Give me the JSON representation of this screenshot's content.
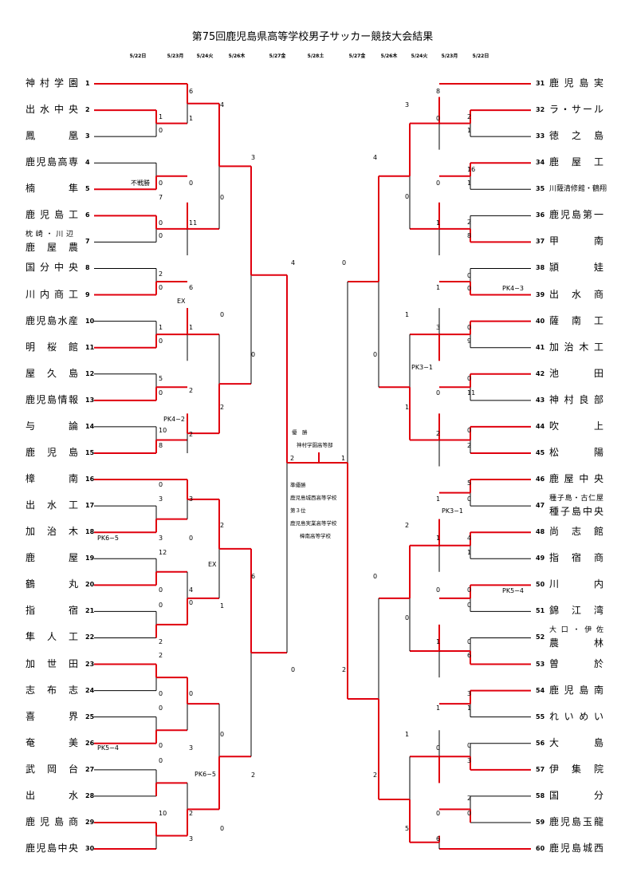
{
  "title": "第75回鹿児島県高等学校男子サッカー競技大会結果",
  "left_dates": [
    "5/22日",
    "5/23月",
    "5/24火",
    "5/26木",
    "5/27金"
  ],
  "final_date": "5/28土",
  "right_dates": [
    "5/27金",
    "5/26木",
    "5/24火",
    "5/23月",
    "5/22日"
  ],
  "colors": {
    "winner_line": "#e0000e",
    "line": "#000000"
  },
  "left_teams": [
    {
      "no": "1",
      "name": "神村学園"
    },
    {
      "no": "2",
      "name": "出水中央"
    },
    {
      "no": "3",
      "name": "鳳凰"
    },
    {
      "no": "4",
      "name": "鹿児島高専"
    },
    {
      "no": "5",
      "name": "楠隼"
    },
    {
      "no": "6",
      "name": "鹿児島工"
    },
    {
      "no": "7",
      "name": "枕崎・川辺",
      "name2": "鹿屋農"
    },
    {
      "no": "8",
      "name": "国分中央"
    },
    {
      "no": "9",
      "name": "川内商工"
    },
    {
      "no": "10",
      "name": "鹿児島水産"
    },
    {
      "no": "11",
      "name": "明桜館"
    },
    {
      "no": "12",
      "name": "屋久島"
    },
    {
      "no": "13",
      "name": "鹿児島情報"
    },
    {
      "no": "14",
      "name": "与論"
    },
    {
      "no": "15",
      "name": "鹿児島"
    },
    {
      "no": "16",
      "name": "樟南"
    },
    {
      "no": "17",
      "name": "出水工"
    },
    {
      "no": "18",
      "name": "加治木"
    },
    {
      "no": "19",
      "name": "鹿屋"
    },
    {
      "no": "20",
      "name": "鶴丸"
    },
    {
      "no": "21",
      "name": "指宿"
    },
    {
      "no": "22",
      "name": "隼人工"
    },
    {
      "no": "23",
      "name": "加世田"
    },
    {
      "no": "24",
      "name": "志布志"
    },
    {
      "no": "25",
      "name": "喜界"
    },
    {
      "no": "26",
      "name": "奄美"
    },
    {
      "no": "27",
      "name": "武岡台"
    },
    {
      "no": "28",
      "name": "出水"
    },
    {
      "no": "29",
      "name": "鹿児島商"
    },
    {
      "no": "30",
      "name": "鹿児島中央"
    }
  ],
  "right_teams": [
    {
      "no": "31",
      "name": "鹿児島実"
    },
    {
      "no": "32",
      "name": "ラ・サール"
    },
    {
      "no": "33",
      "name": "徳之島"
    },
    {
      "no": "34",
      "name": "鹿屋工"
    },
    {
      "no": "35",
      "name": "川薩清修館・鶴翔"
    },
    {
      "no": "36",
      "name": "鹿児島第一"
    },
    {
      "no": "37",
      "name": "甲南"
    },
    {
      "no": "38",
      "name": "頴娃"
    },
    {
      "no": "39",
      "name": "出水商"
    },
    {
      "no": "40",
      "name": "薩南工"
    },
    {
      "no": "41",
      "name": "加治木工"
    },
    {
      "no": "42",
      "name": "池田"
    },
    {
      "no": "43",
      "name": "神村良部"
    },
    {
      "no": "44",
      "name": "吹上"
    },
    {
      "no": "45",
      "name": "松陽"
    },
    {
      "no": "46",
      "name": "鹿屋中央"
    },
    {
      "no": "47",
      "name": "種子島・古仁屋",
      "name2": "種子島中央"
    },
    {
      "no": "48",
      "name": "尚志館"
    },
    {
      "no": "49",
      "name": "指宿商"
    },
    {
      "no": "50",
      "name": "川内"
    },
    {
      "no": "51",
      "name": "錦江湾"
    },
    {
      "no": "52",
      "name": "大口・伊佐",
      "name2": "農林"
    },
    {
      "no": "53",
      "name": "曽於"
    },
    {
      "no": "54",
      "name": "鹿児島南"
    },
    {
      "no": "55",
      "name": "れいめい"
    },
    {
      "no": "56",
      "name": "大島"
    },
    {
      "no": "57",
      "name": "伊集院"
    },
    {
      "no": "58",
      "name": "国分"
    },
    {
      "no": "59",
      "name": "鹿児島玉龍"
    },
    {
      "no": "60",
      "name": "鹿児島城西"
    }
  ],
  "results": {
    "champion_label": "優　勝",
    "champion": "神村学園高等部",
    "runner_up_label": "準優勝",
    "runner_up": "鹿児島城西高等学校",
    "third_label": "第３位",
    "third": [
      "鹿児島実業高等学校",
      "樟南高等学校"
    ]
  },
  "final_scores": {
    "left": "2",
    "right": "1"
  },
  "left_notes": {
    "default_win": "不戦勝",
    "ex1": "EX",
    "pk_13": "PK4−2",
    "pk_18": "PK6−5",
    "ex2": "EX",
    "pk_26": "PK5−4",
    "pk_r3": "PK6−5"
  },
  "right_notes": {
    "pk_39": "PK4−3",
    "pk_r3a": "PK3−1",
    "pk_r2b": "PK3−1",
    "pk_50": "PK5−4"
  },
  "left_scores": {
    "r1": [
      "1",
      "0",
      "0",
      "7",
      "0",
      "0",
      "2",
      "0",
      "1",
      "0",
      "5",
      "0",
      "10",
      "8",
      "0",
      "3",
      "3",
      "12",
      "0",
      "0",
      "2",
      "2",
      "0",
      "0",
      "0",
      "0",
      "10"
    ],
    "r2": [
      "6",
      "1",
      "0",
      "11",
      "6",
      "1",
      "2",
      "2",
      "3",
      "0",
      "4",
      "0",
      "0",
      "3",
      "2",
      "3"
    ],
    "r3": [
      "4",
      "0",
      "0",
      "2",
      "2",
      "1",
      "0",
      "0"
    ],
    "r4": [
      "3",
      "0",
      "6",
      "2"
    ],
    "r5": [
      "4",
      "0"
    ]
  },
  "right_scores": {
    "r1": [
      "2",
      "1",
      "16",
      "1",
      "2",
      "8",
      "0",
      "0",
      "0",
      "9",
      "0",
      "11",
      "0",
      "2",
      "5",
      "0",
      "4",
      "1",
      "0",
      "0",
      "0",
      "6",
      "3",
      "1",
      "0",
      "3",
      "2",
      "0"
    ],
    "r2": [
      "8",
      "0",
      "0",
      "1",
      "1",
      "3",
      "0",
      "2",
      "1",
      "1",
      "0",
      "1",
      "1",
      "0",
      "0",
      "6"
    ],
    "r3": [
      "3",
      "0",
      "1",
      "1",
      "2",
      "0",
      "1",
      "5"
    ],
    "r4": [
      "4",
      "0",
      "0",
      "2"
    ],
    "r5": [
      "0",
      "2"
    ]
  }
}
